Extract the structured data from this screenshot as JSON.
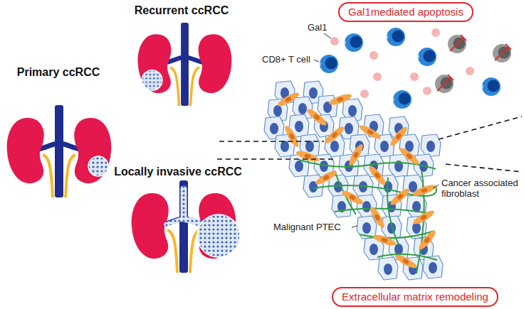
{
  "diagram": {
    "nodes": [
      {
        "text": [
          "Gal1mediated apoptosis"
        ]
      },
      {
        "text": [
          "Extracellular matrix remodeling"
        ]
      }
    ],
    "labels": [
      "Primary ccRCC",
      "Recurrent ccRCC",
      "Locally invasive ccRCC",
      "Gal1",
      "CD8+ T cell",
      "Cancer associated fibroblast",
      "Malignant PTEC"
    ]
  }
}
